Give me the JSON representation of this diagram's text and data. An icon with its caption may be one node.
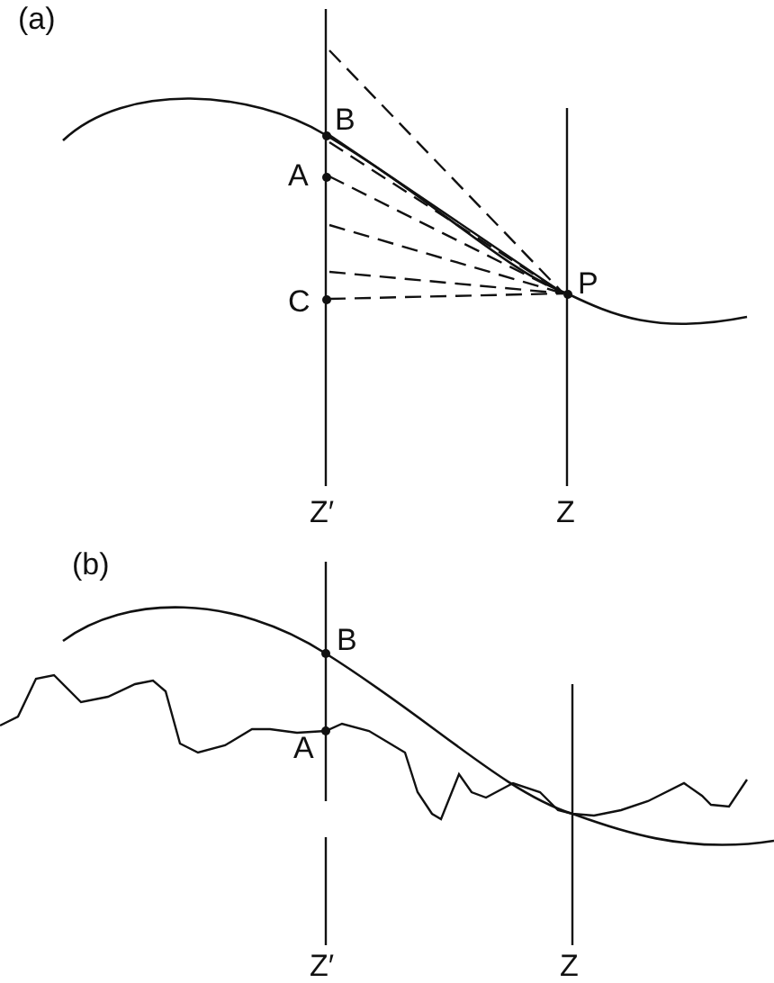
{
  "diagram": {
    "nodes": [
      {
        "text": [
          "B"
        ]
      },
      {
        "text": [
          "A"
        ]
      },
      {
        "text": [
          "C"
        ]
      },
      {
        "text": [
          "P"
        ]
      }
    ],
    "edges": [
      {
        "from": null,
        "to": 3,
        "arrow": "none",
        "style": "dashed"
      },
      {
        "from": 0,
        "to": 3,
        "arrow": "none",
        "style": "dashed"
      },
      {
        "from": 0,
        "to": 3,
        "arrow": "none"
      },
      {
        "from": 1,
        "to": 3,
        "arrow": "none",
        "style": "dashed"
      },
      {
        "from": null,
        "to": 3,
        "arrow": "none",
        "style": "dashed"
      },
      {
        "from": null,
        "to": 3,
        "arrow": "none",
        "style": "dashed"
      },
      {
        "from": 2,
        "to": 3,
        "arrow": "none",
        "style": "dashed"
      }
    ],
    "labels": [
      "(a)",
      "Z′",
      "Z",
      "(b)",
      "B",
      "A",
      "Z′",
      "Z"
    ]
  }
}
